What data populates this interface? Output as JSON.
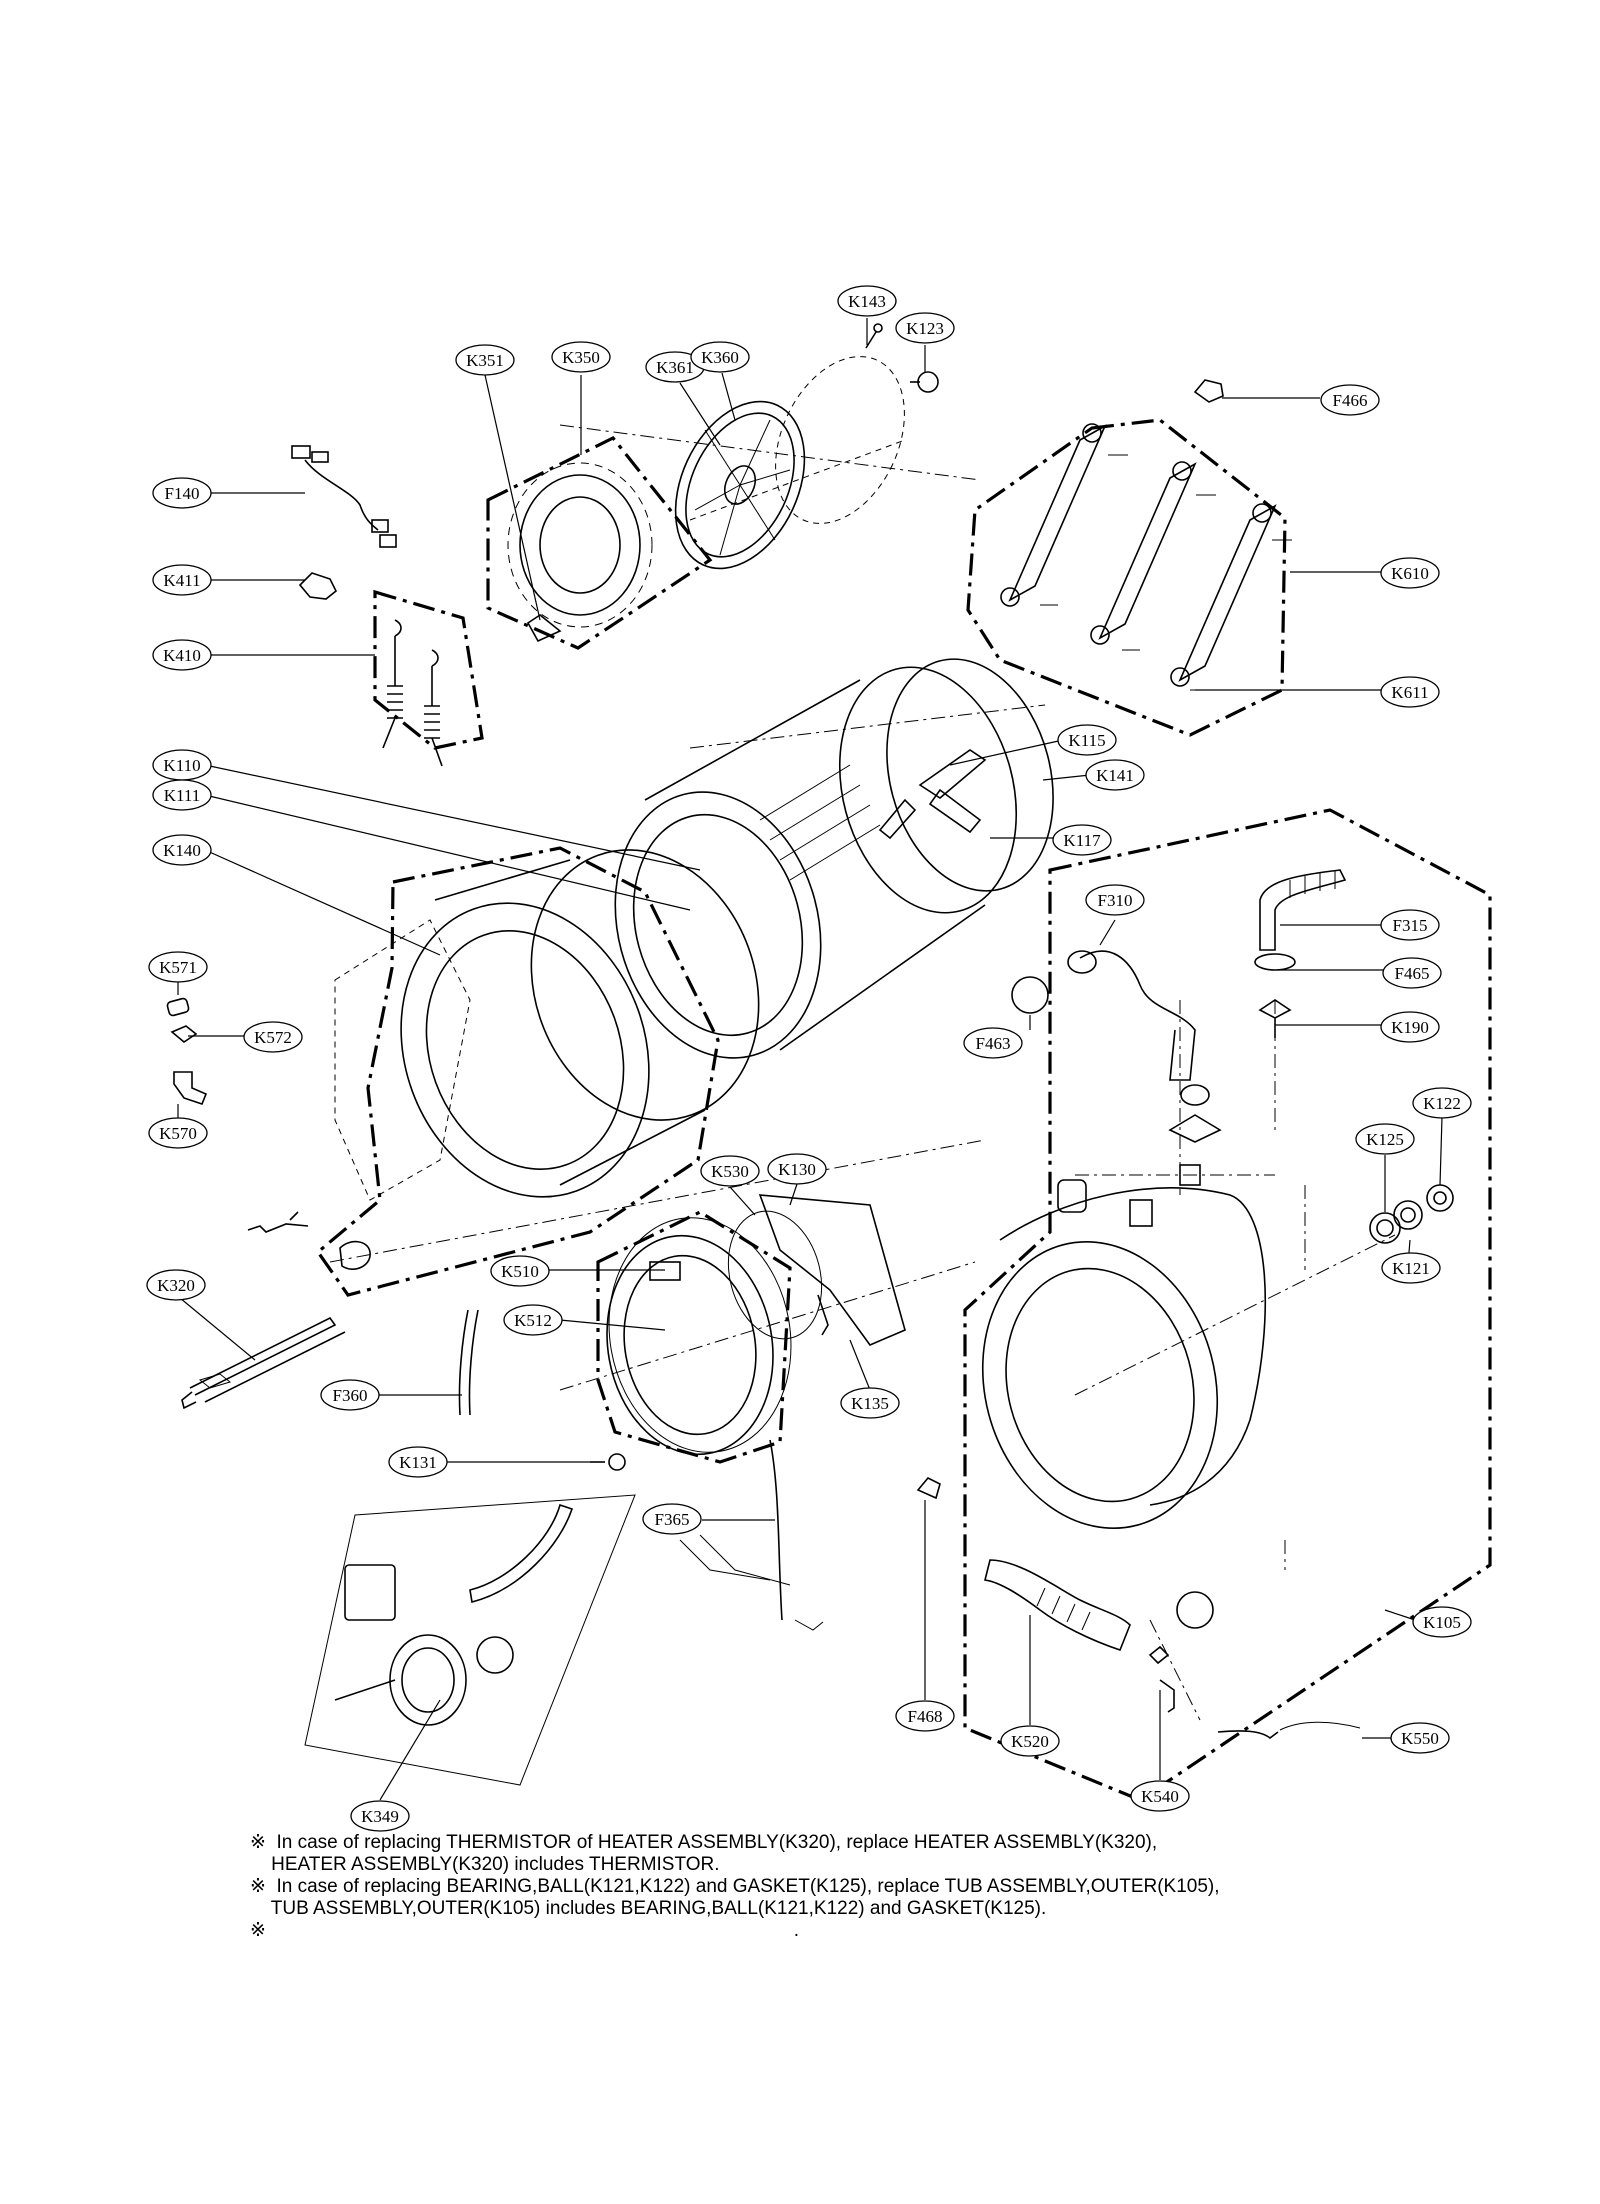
{
  "callouts": {
    "K143": "K143",
    "K123": "K123",
    "K351": "K351",
    "K350": "K350",
    "K361": "K361",
    "K360": "K360",
    "F466": "F466",
    "F140": "F140",
    "K411": "K411",
    "K410": "K410",
    "K610": "K610",
    "K611": "K611",
    "K115": "K115",
    "K141": "K141",
    "K110": "K110",
    "K111": "K111",
    "K117": "K117",
    "K140": "K140",
    "F310": "F310",
    "F315": "F315",
    "F465": "F465",
    "F463": "F463",
    "K190": "K190",
    "K571": "K571",
    "K572": "K572",
    "K570": "K570",
    "K122": "K122",
    "K125": "K125",
    "K130": "K130",
    "K530": "K530",
    "K121": "K121",
    "K320": "K320",
    "K510": "K510",
    "K512": "K512",
    "F360": "F360",
    "K135": "K135",
    "K131": "K131",
    "F365": "F365",
    "K105": "K105",
    "K550": "K550",
    "F468": "F468",
    "K520": "K520",
    "K540": "K540",
    "K349": "K349"
  },
  "notes": [
    "※  In case of replacing THERMISTOR of HEATER ASSEMBLY(K320), replace HEATER ASSEMBLY(K320),",
    "    HEATER ASSEMBLY(K320) includes THERMISTOR.",
    "※  In case of replacing BEARING,BALL(K121,K122) and GASKET(K125), replace TUB ASSEMBLY,OUTER(K105),",
    "    TUB ASSEMBLY,OUTER(K105) includes BEARING,BALL(K121,K122) and GASKET(K125).",
    "※                                                                                                    ."
  ]
}
